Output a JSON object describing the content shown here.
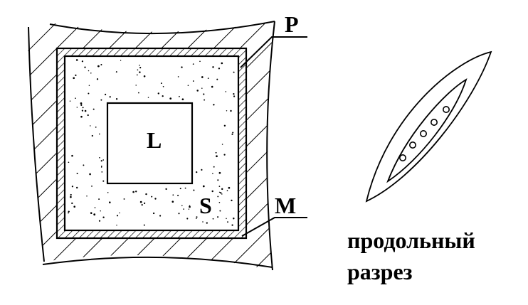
{
  "labels": {
    "P": "P",
    "M": "M",
    "L": "L",
    "S": "S"
  },
  "caption": {
    "line1": "продольный",
    "line2": "разрез"
  },
  "colors": {
    "ink": "#000000",
    "background": "#ffffff"
  }
}
